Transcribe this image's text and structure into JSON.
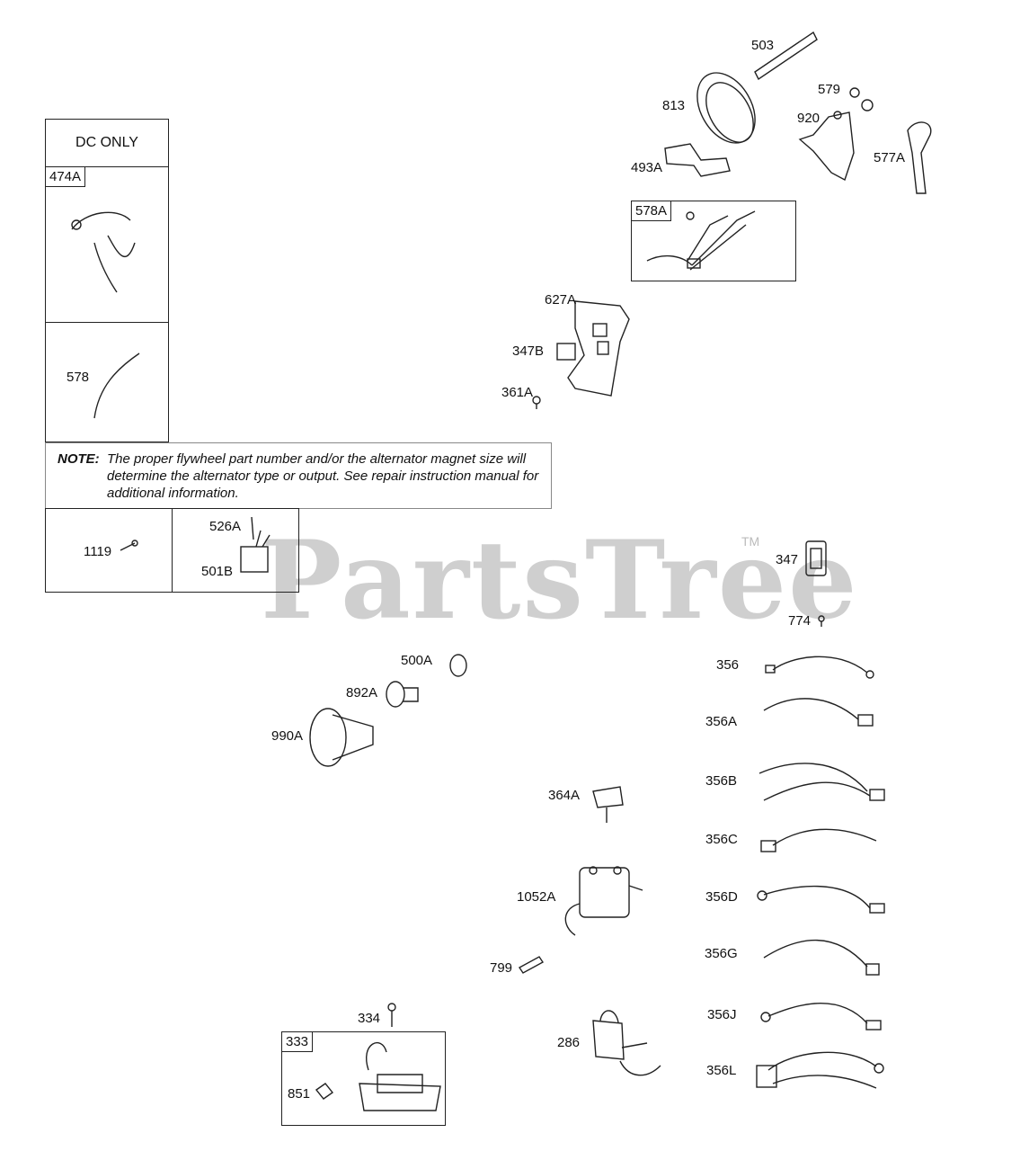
{
  "header": {
    "dc_only": "DC ONLY"
  },
  "note": {
    "label": "NOTE:",
    "text": "The proper flywheel part number and/or the alternator magnet size will determine the alternator type or output. See repair instruction manual for additional information."
  },
  "watermark": {
    "text": "PartsTree",
    "tm": "TM"
  },
  "boxed_tags": {
    "t474A": "474A",
    "t578A": "578A",
    "t333": "333"
  },
  "labels": {
    "p503": "503",
    "p813": "813",
    "p579": "579",
    "p920": "920",
    "p493A": "493A",
    "p577A": "577A",
    "p627A": "627A",
    "p347B": "347B",
    "p361A": "361A",
    "p578": "578",
    "p1119": "1119",
    "p526A": "526A",
    "p501B": "501B",
    "p347": "347",
    "p774": "774",
    "p500A": "500A",
    "p892A": "892A",
    "p990A": "990A",
    "p356": "356",
    "p356A": "356A",
    "p356B": "356B",
    "p356C": "356C",
    "p356D": "356D",
    "p356G": "356G",
    "p356J": "356J",
    "p356L": "356L",
    "p364A": "364A",
    "p1052A": "1052A",
    "p799": "799",
    "p286": "286",
    "p334": "334",
    "p851": "851"
  },
  "colors": {
    "line": "#222222",
    "watermark": "#cfcfcf"
  }
}
